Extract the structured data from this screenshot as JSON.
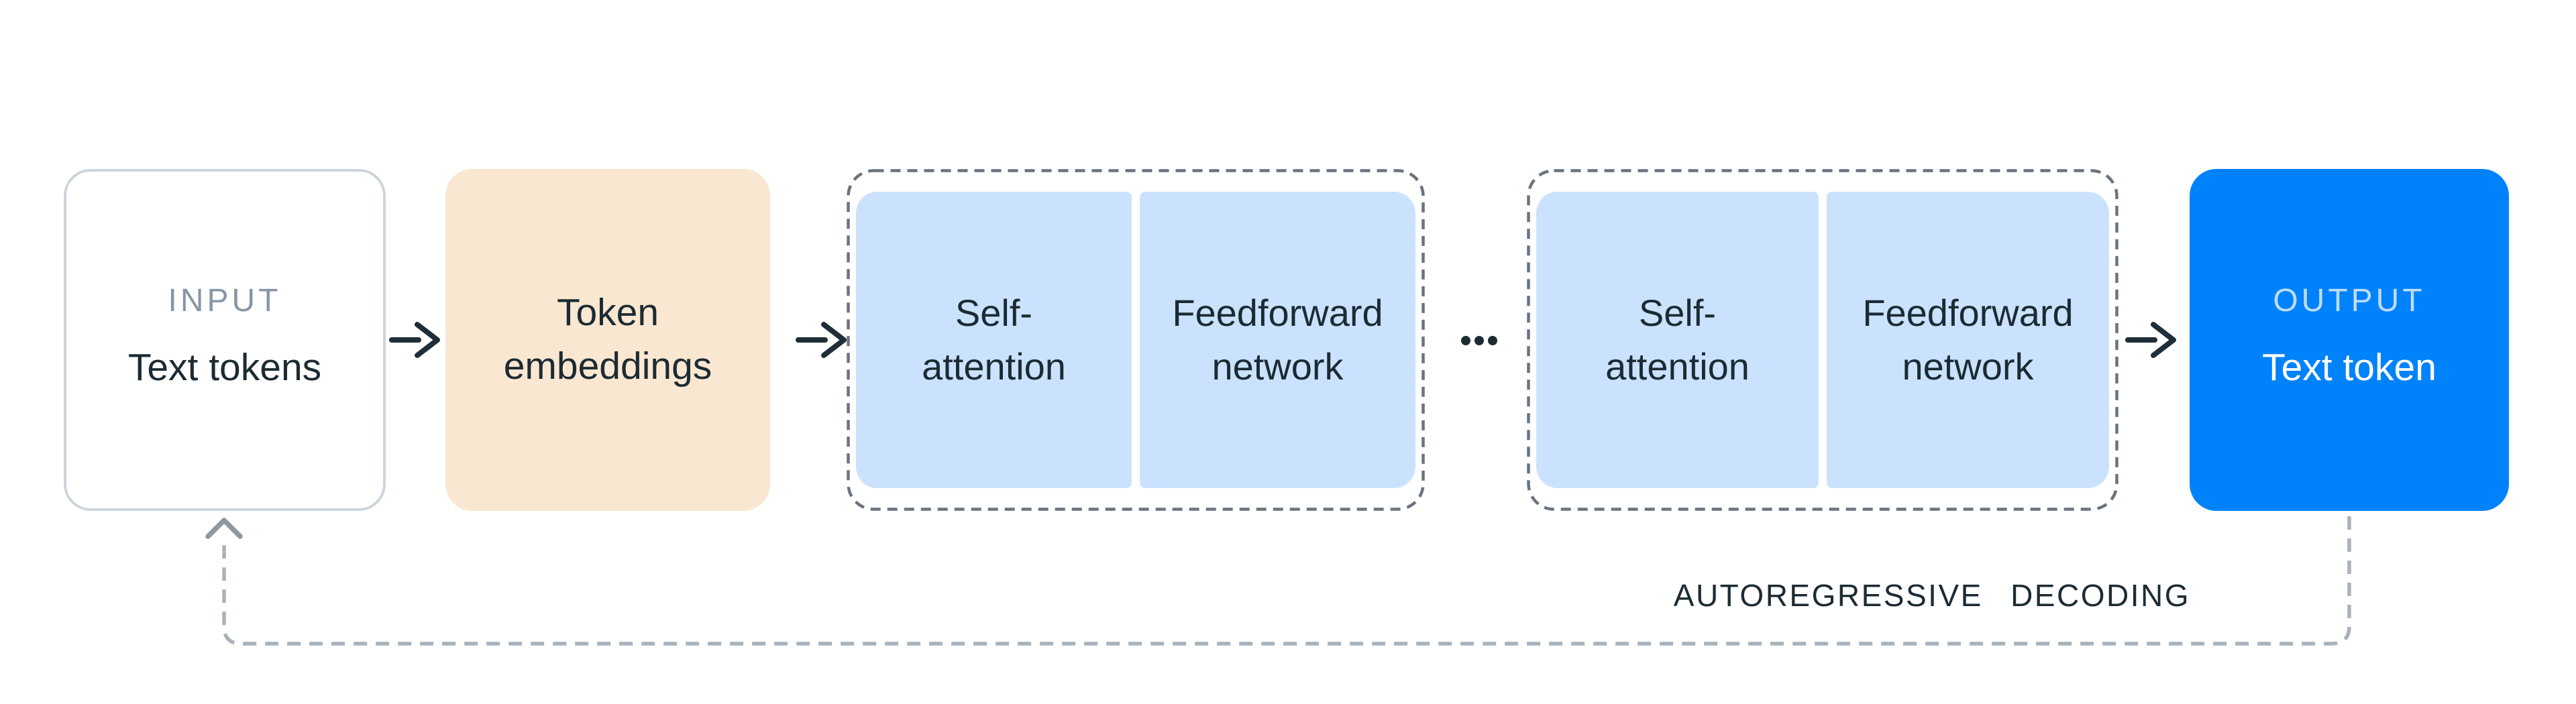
{
  "diagram": {
    "input_box": {
      "label": "INPUT",
      "title": "Text tokens"
    },
    "embeddings_box": {
      "title": "Token embeddings"
    },
    "transformer_blocks": [
      {
        "boxes": [
          {
            "title": "Self-attention"
          },
          {
            "title": "Feedforward network"
          }
        ]
      },
      {
        "boxes": [
          {
            "title": "Self-attention"
          },
          {
            "title": "Feedforward network"
          }
        ]
      }
    ],
    "ellipsis": "...",
    "output_box": {
      "label": "OUTPUT",
      "title": "Text token"
    },
    "loop_label": "AUTOREGRESSIVE DECODING"
  },
  "icons": {
    "arrow_right": "→",
    "arrow_up": "↑",
    "ellipsis": "⋯"
  },
  "colors": {
    "background": "#FFFFFF",
    "text-dark": "#1C2B33",
    "muted-label": "#8795A5",
    "input-border": "#CDD5DC",
    "input-bg": "#FFFFFF",
    "embeddings-bg": "#FAE7D2",
    "attention-bg": "#CAE2FE",
    "group-border": "#6A747E",
    "output-bg": "#0082FB",
    "output-label": "#BFDCF9",
    "output-title": "#FFFFFF",
    "arrow": "#1F2E37",
    "loop-line": "#A9B2BA",
    "loop-arrow": "#8D97A0"
  }
}
